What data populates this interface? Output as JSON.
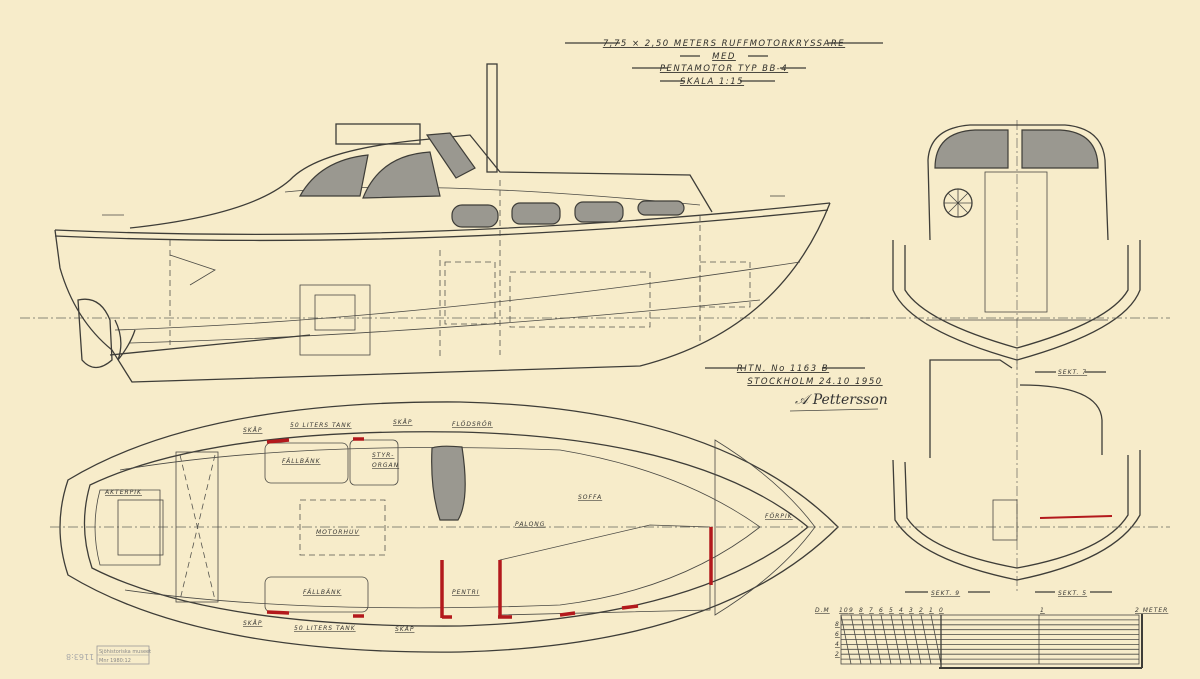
{
  "title_block": {
    "line1": "7,75 × 2,50 METERS RUFFMOTORKRYSSARE",
    "line2": "MED",
    "line3": "PENTAMOTOR TYP BB-4",
    "line4": "SKALA 1:15"
  },
  "drawing_info": {
    "drawing_number": "RITN. No 1163 B",
    "place_date": "STOCKHOLM 24.10 1950",
    "signature": "A Pettersson"
  },
  "sections": {
    "upper": "SEKT. 7",
    "lower_left": "SEKT. 9",
    "lower_right": "SEKT. 5"
  },
  "plan_labels": {
    "skap_top_left": "SKÅP",
    "tank_top": "50 LITERS TANK",
    "skap_top_mid": "SKÅP",
    "flodsror": "FLÖDSRÖR",
    "fallbank_top": "FÄLLBÄNK",
    "styrorgan_1": "STYR-",
    "styrorgan_2": "ORGAN",
    "akterpik": "AKTERPIK",
    "motorhuv": "MOTORHUV",
    "soffa": "SOFFA",
    "palong": "PALONG",
    "forpik": "FÖRPIK",
    "pentri": "PENTRI",
    "fallbank_bottom": "FÄLLBÄNK",
    "skap_bottom_left": "SKÅP",
    "tank_bottom": "50 LITERS TANK",
    "skap_bottom_mid": "SKÅP"
  },
  "scale_bar": {
    "unit_left": "D.M",
    "ticks": [
      "10",
      "9",
      "8",
      "7",
      "6",
      "5",
      "4",
      "3",
      "2",
      "1",
      "0"
    ],
    "mid_tick": "1",
    "unit_right": "2 METER",
    "side_ticks": [
      "8",
      "6",
      "4",
      "2"
    ]
  },
  "stamp": {
    "line1": "Sjöhistoriska museet",
    "line2": "Mnr 1980:12",
    "side_number": "1163:8"
  },
  "colors": {
    "paper": "#f7ecca",
    "ink": "#3e3d38",
    "red_bulkhead": "#b3191c"
  }
}
